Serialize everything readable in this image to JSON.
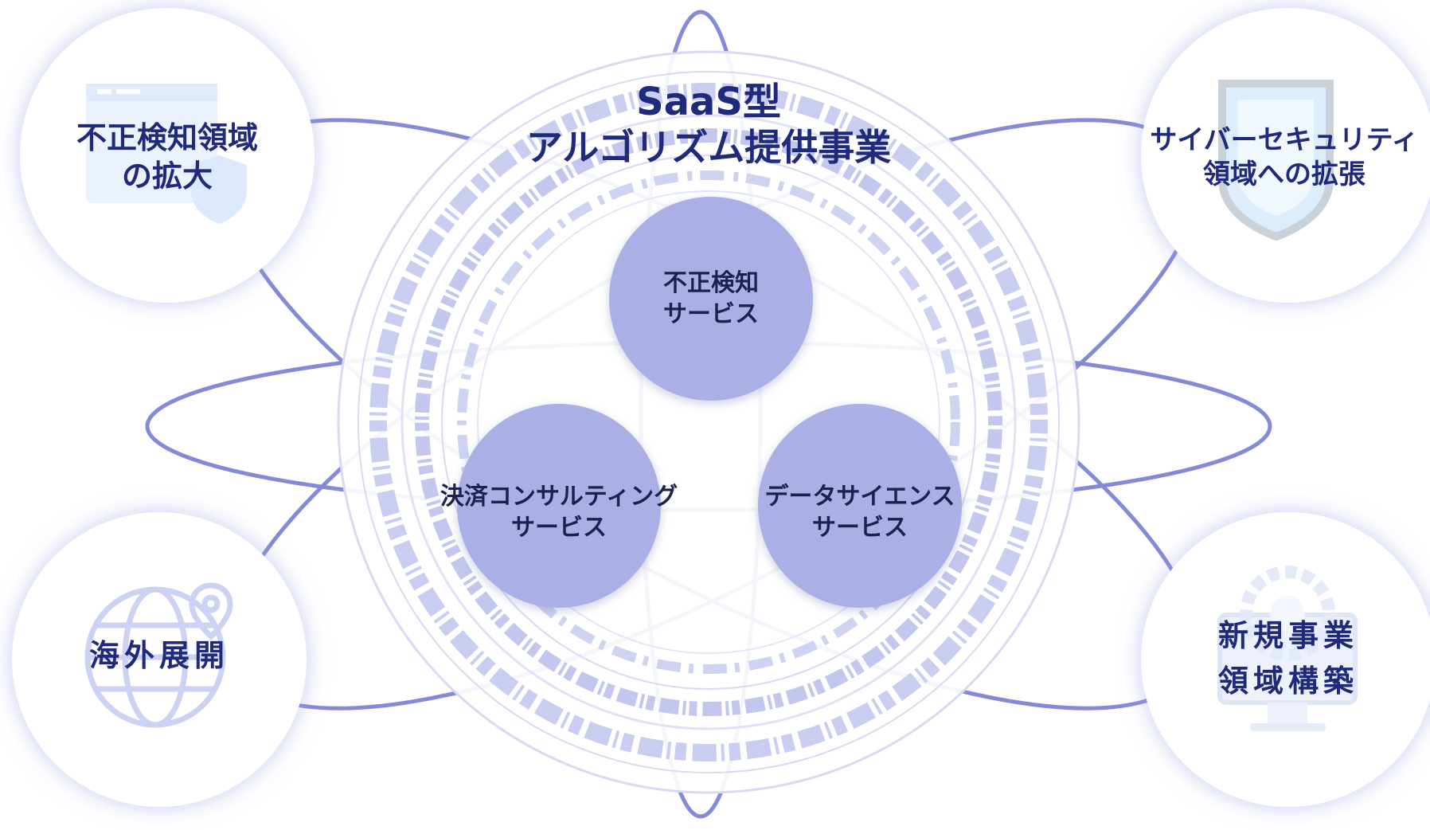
{
  "core": {
    "title_line1": "SaaS型",
    "title_line2": "アルゴリズム提供事業"
  },
  "services": [
    {
      "line1": "不正検知",
      "line2": "サービス"
    },
    {
      "line1": "決済コンサルティング",
      "line2": "サービス"
    },
    {
      "line1": "データサイエンス",
      "line2": "サービス"
    }
  ],
  "satellites": [
    {
      "line1": "不正検知領域",
      "line2": "の拡大",
      "icon": "folder-shield-icon"
    },
    {
      "line1": "サイバーセキュリティ",
      "line2": "領域への拡張",
      "icon": "shield-check-icon"
    },
    {
      "line1": "海外展開",
      "icon": "globe-pin-icon"
    },
    {
      "line1": "新規事業",
      "line2": "領域構築",
      "icon": "gear-monitor-icon"
    }
  ],
  "colors": {
    "title": "#1f2b7a",
    "service_fill": "#aab0e6",
    "orbit": "#6e76d2",
    "ring": "#d7daf2"
  }
}
